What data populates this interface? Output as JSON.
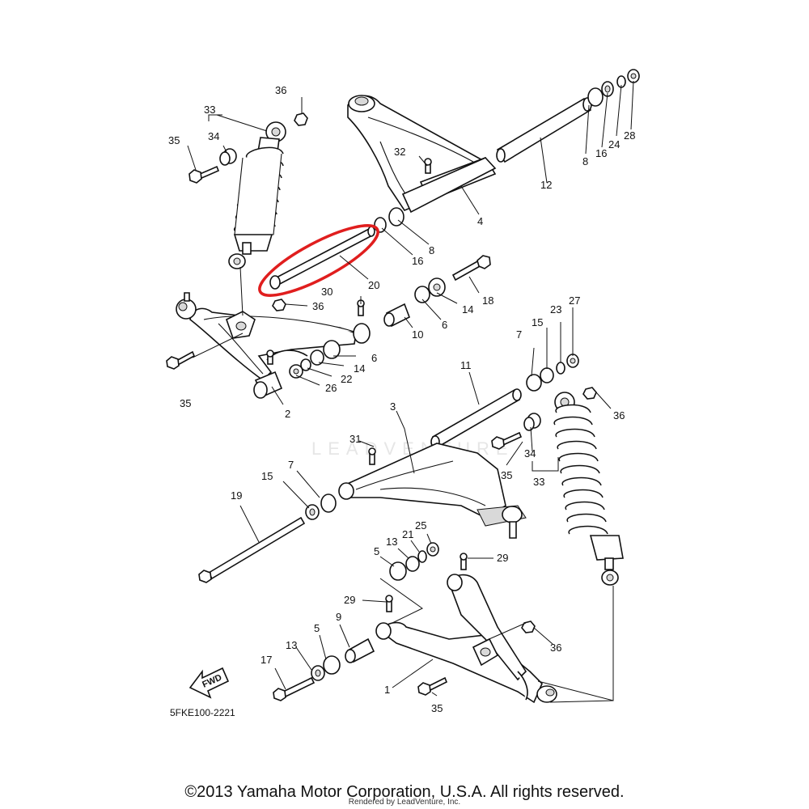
{
  "diagram": {
    "code": "5FKE100-2221",
    "direction_label": "FWD",
    "watermark": "LEADVENTURE",
    "highlight_color": "#e01e1e",
    "highlighted_part": "20",
    "callouts": [
      "36",
      "33",
      "34",
      "35",
      "32",
      "12",
      "8",
      "16",
      "24",
      "28",
      "4",
      "8",
      "16",
      "20",
      "18",
      "30",
      "36",
      "6",
      "14",
      "10",
      "6",
      "14",
      "22",
      "26",
      "7",
      "15",
      "23",
      "27",
      "35",
      "2",
      "11",
      "3",
      "36",
      "31",
      "35",
      "34",
      "33",
      "7",
      "15",
      "19",
      "5",
      "13",
      "21",
      "25",
      "29",
      "29",
      "5",
      "9",
      "13",
      "17",
      "1",
      "35",
      "36"
    ]
  },
  "footer": {
    "copyright": "©2013 Yamaha Motor Corporation, U.S.A. All rights reserved.",
    "rendered_by": "Rendered by LeadVenture, Inc."
  }
}
